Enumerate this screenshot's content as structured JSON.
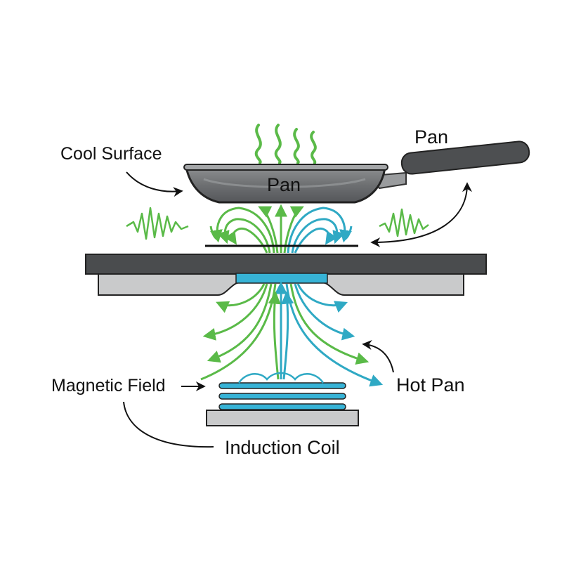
{
  "labels": {
    "cool_surface": "Cool Surface",
    "pan_top": "Pan",
    "pan_body": "Pan",
    "magnetic_field": "Magnetic Field",
    "hot_pan": "Hot Pan",
    "induction_coil": "Induction Coil"
  },
  "colors": {
    "green": "#5aba48",
    "blue": "#2fa9c4",
    "pan_gray": "#6f7173",
    "cooktop_dark": "#4a4c4e",
    "cooktop_light": "#c9cacb",
    "coil_blue": "#37b3d6",
    "ink": "#111111"
  },
  "icons": [
    "steam-icon",
    "vibration-wave-icon",
    "arrow-icon"
  ]
}
